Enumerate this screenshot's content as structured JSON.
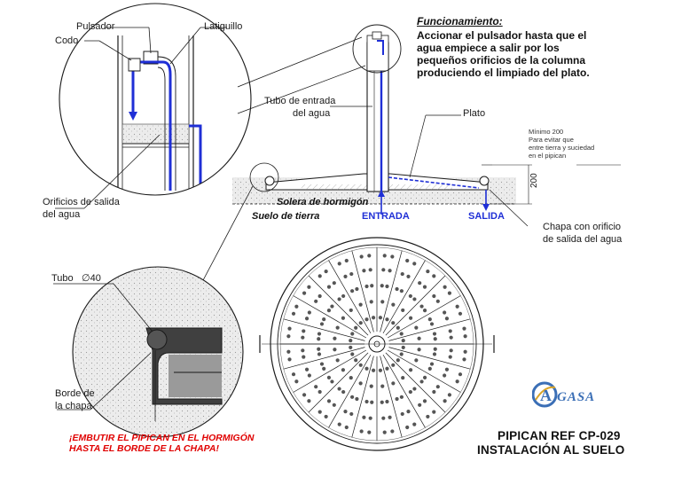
{
  "detail_top": {
    "pulsador": "Pulsador",
    "latiguillo": "Latiguillo",
    "codo": "Codo",
    "orificios_line1": "Orificios de salida",
    "orificios_line2": "del agua"
  },
  "funcionamiento": {
    "heading": "Funcionamiento:",
    "text": "Accionar el pulsador hasta que el agua empiece a salir por los pequeños orificios de la columna produciendo el limpiado del plato."
  },
  "section": {
    "tubo_entrada_line1": "Tubo de entrada",
    "tubo_entrada_line2": "del agua",
    "plato": "Plato",
    "minimo_line1": "Mínimo 200",
    "minimo_line2": "Para evitar que",
    "minimo_line3": "entre tierra y suciedad",
    "minimo_line4": "en el pipican",
    "dimension": "200",
    "solera": "Solera de hormigón",
    "suelo": "Suelo de tierra",
    "entrada": "ENTRADA",
    "salida": "SALIDA",
    "chapa_line1": "Chapa con orificio",
    "chapa_line2": "de salida del agua"
  },
  "detail_bottom": {
    "tubo": "Tubo",
    "tubo_dim": "∅40",
    "borde_line1": "Borde de",
    "borde_line2": "la chapa"
  },
  "warning": {
    "line1": "¡EMBUTIR EL PIPICAN EN EL HORMIGÓN",
    "line2": "HASTA EL BORDE DE LA CHAPA!"
  },
  "title_block": {
    "ref": "PIPICAN REF CP-029",
    "install": "INSTALACIÓN AL SUELO",
    "logo": "AGASA"
  },
  "colors": {
    "water": "#1f2fd6",
    "red": "#e00000",
    "line": "#1a1a1a",
    "concrete": "#e9e9e9",
    "logo_blue": "#3b6fb6",
    "logo_gold": "#d9a52a"
  }
}
